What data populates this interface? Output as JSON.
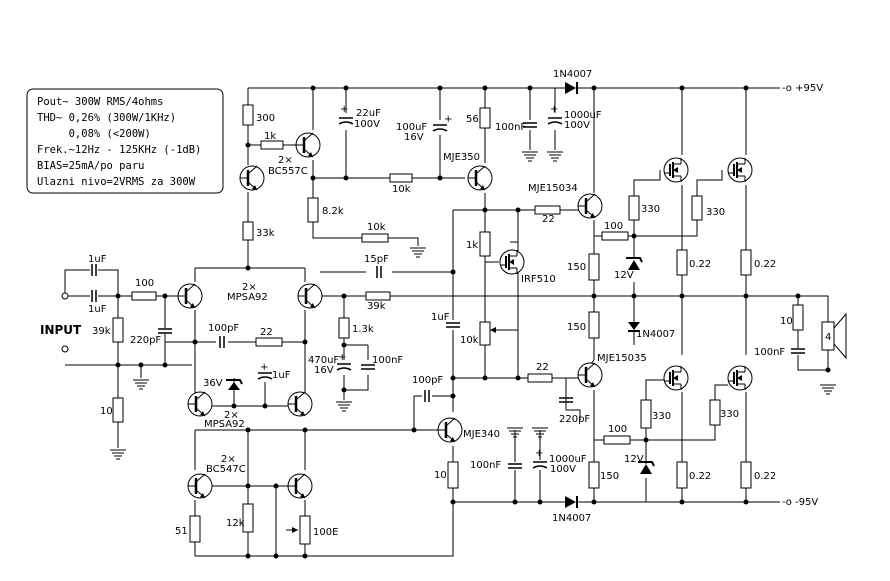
{
  "specs": [
    "Pout~ 300W RMS/4ohms",
    "THD~ 0,26% (300W/1KHz)",
    "     0,08% (<200W)",
    "Frek.~12Hz - 125KHz (-1dB)",
    "BIAS=25mA/po paru",
    "Ulazni nivo=2VRMS za 300W"
  ],
  "rails": {
    "positive": "-o +95V",
    "negative": "-o -95V"
  },
  "input_label": "INPUT",
  "parts": {
    "r300": "300",
    "r1k_a": "1k",
    "q_bc557c_count": "2×",
    "q_bc557c": "BC557C",
    "r33k": "33k",
    "r8k2": "8.2k",
    "r10k_a": "10k",
    "r10k_b": "10k",
    "c22u": "22uF",
    "c22u_v": "100V",
    "c100u": "100uF",
    "c100u_v": "16V",
    "r56": "56",
    "q_mje350": "MJE350",
    "c100n_a": "100nF",
    "c1000u_a": "1000uF",
    "c1000u_a_v": "100V",
    "d_1n4007_a": "1N4007",
    "q_mje15034": "MJE15034",
    "r22_a": "22",
    "r1k_b": "1k",
    "q_irf510": "IRF510",
    "r100_a": "100",
    "r330_a": "330",
    "r330_b": "330",
    "r150_a": "150",
    "z12v_a": "12V",
    "r022_a": "0.22",
    "r022_b": "0.22",
    "c15p": "15pF",
    "r39k_a": "39k",
    "c1u_a": "1uF",
    "c1u_b": "1uF",
    "r100_b": "100",
    "r39k_b": "39k",
    "c220p_a": "220pF",
    "q_mpsa92_a_count": "2×",
    "q_mpsa92_a": "MPSA92",
    "c100p_a": "100pF",
    "r22_b": "22",
    "r1k3": "1.3k",
    "c470u": "470uF",
    "c470u_v": "16V",
    "c100n_b": "100nF",
    "c1u_c": "1uF",
    "r10k_c": "10k",
    "r150_b": "150",
    "d_1n4007_b": "1N4007",
    "q_mje15035": "MJE15035",
    "r22_c": "22",
    "c220p_b": "220pF",
    "r10": "10",
    "c100n_c": "100nF",
    "load": "4",
    "z36v": "36V",
    "c1u_d": "1uF",
    "q_mpsa92_b_count": "2×",
    "q_mpsa92_b": "MPSA92",
    "c100p_b": "100pF",
    "q_mje340": "MJE340",
    "r100_c": "100",
    "r330_c": "330",
    "r330_d": "330",
    "z12v_b": "12V",
    "c100n_d": "100nF",
    "c1000u_b": "1000uF",
    "c1000u_b_v": "100V",
    "r150_c": "150",
    "r022_c": "0.22",
    "r022_d": "0.22",
    "r10_b": "10",
    "q_bc547c_count": "2×",
    "q_bc547c": "BC547C",
    "r12k": "12k",
    "r51": "51",
    "r100e": "100E",
    "r10_c": "10",
    "d_1n4007_c": "1N4007"
  }
}
